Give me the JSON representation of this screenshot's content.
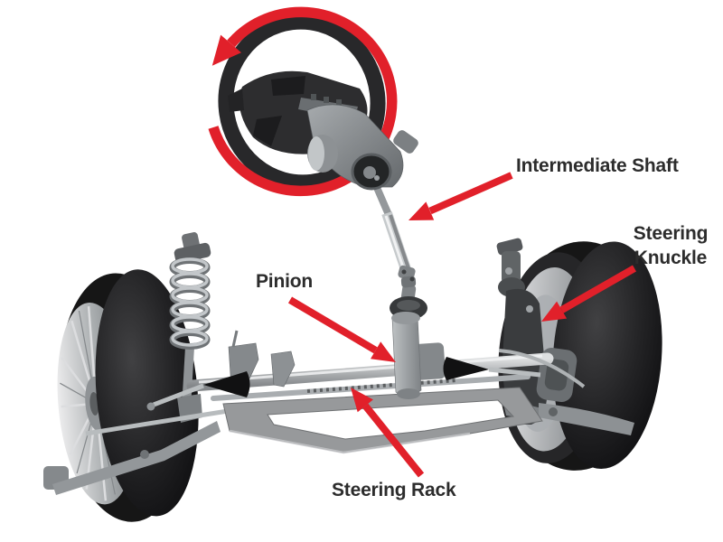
{
  "colors": {
    "arrow_red": "#e1202a",
    "label_text": "#2c2c2c",
    "background": "#ffffff"
  },
  "labels": {
    "intermediate_shaft": "Intermediate Shaft",
    "steering_knuckle": {
      "line1": "Steering",
      "line2": "Knuckle"
    },
    "pinion": "Pinion",
    "steering_rack": "Steering Rack"
  },
  "illustration": {
    "subject": "Rack-and-pinion steering system with front suspension",
    "parts": [
      "steering-wheel",
      "rotation-arrow",
      "steering-column",
      "intermediate-shaft",
      "universal-joint",
      "pinion",
      "steering-rack",
      "tie-rod-boots",
      "steering-knuckle",
      "left-wheel",
      "right-wheel",
      "suspension-strut",
      "subframe"
    ]
  }
}
